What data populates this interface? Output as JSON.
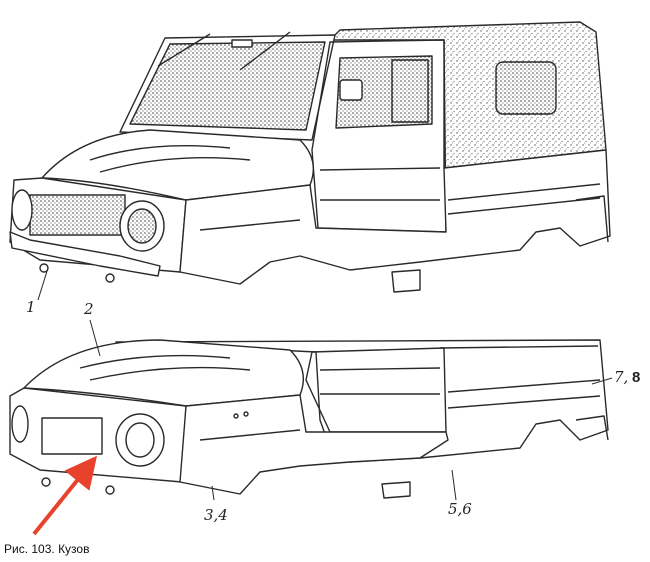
{
  "figure": {
    "caption": "Рис. 103. Кузов",
    "callouts": {
      "c1": "1",
      "c2": "2",
      "c34": "3,4",
      "c56": "5,6",
      "c78a": "7,",
      "c78b": "8"
    },
    "colors": {
      "ink": "#2a2a2a",
      "paper": "#ffffff",
      "arrow": "#e8412c"
    }
  }
}
